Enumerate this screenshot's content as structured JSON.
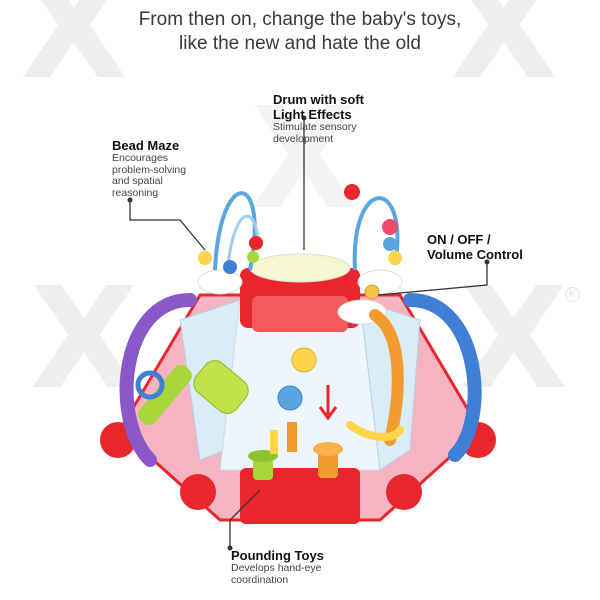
{
  "headline": {
    "line1": "From then on, change the baby's toys,",
    "line2": "like the new and hate the old"
  },
  "callouts": {
    "drum": {
      "title_line1": "Drum with soft",
      "title_line2": "Light Effects",
      "desc_line1": "Stimulate sensory",
      "desc_line2": "development"
    },
    "bead": {
      "title": "Bead Maze",
      "desc_line1": "Encourages",
      "desc_line2": "problem-solving",
      "desc_line3": "and spatial",
      "desc_line4": "reasoning"
    },
    "onoff": {
      "title_line1": "ON / OFF /",
      "title_line2": "Volume Control"
    },
    "pound": {
      "title": "Pounding Toys",
      "desc_line1": "Develops hand-eye",
      "desc_line2": "coordination"
    }
  },
  "colors": {
    "red": "#e8262c",
    "pink": "#f4a7b6",
    "purple": "#8a58c8",
    "blue": "#3f7fd6",
    "yellow": "#ffd34a",
    "green": "#a6d63a",
    "orange": "#f29b2e"
  }
}
